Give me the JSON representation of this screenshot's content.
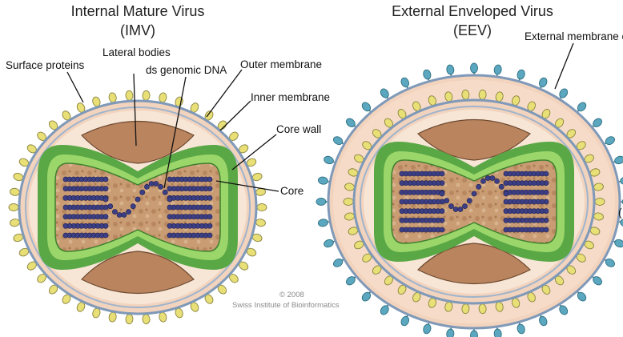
{
  "imv": {
    "title": "Internal Mature Virus",
    "subtitle": "(IMV)",
    "labels": {
      "surface_proteins": "Surface proteins",
      "lateral_bodies": "Lateral bodies",
      "ds_genomic_dna": "ds genomic DNA",
      "outer_membrane": "Outer membrane",
      "inner_membrane": "Inner membrane",
      "core_wall": "Core wall",
      "core": "Core"
    }
  },
  "eev": {
    "title": "External Enveloped Virus",
    "subtitle": "(EEV)",
    "labels": {
      "external_membrane": "External membrane c"
    },
    "edge_fragment": "("
  },
  "copyright": {
    "line1": "© 2008",
    "line2": "Swiss Institute of Bioinformatics"
  },
  "colors": {
    "membrane_fill": "#f2d3bd",
    "membrane_stroke": "#7f99b8",
    "core_wall_outer": "#5aa845",
    "core_wall_inner": "#9bd66a",
    "core_fill": "#c79a70",
    "lateral_body": "#b9845e",
    "dna_bead": "#3d3f86",
    "surface_protein": "#e8df77",
    "envelope_protein": "#5aa7bf"
  }
}
